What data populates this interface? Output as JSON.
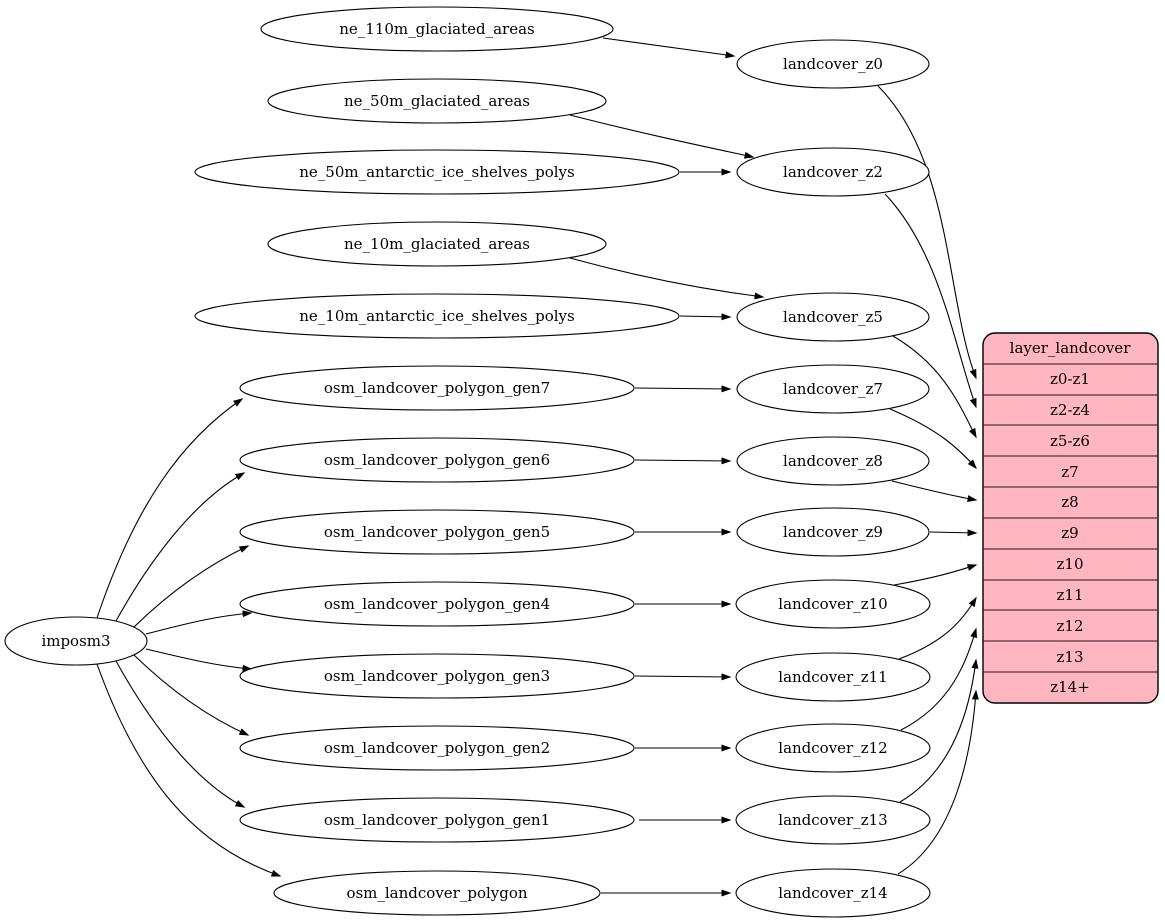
{
  "graph": {
    "root": "imposm3",
    "sources": [
      "ne_110m_glaciated_areas",
      "ne_50m_glaciated_areas",
      "ne_50m_antarctic_ice_shelves_polys",
      "ne_10m_glaciated_areas",
      "ne_10m_antarctic_ice_shelves_polys",
      "osm_landcover_polygon_gen7",
      "osm_landcover_polygon_gen6",
      "osm_landcover_polygon_gen5",
      "osm_landcover_polygon_gen4",
      "osm_landcover_polygon_gen3",
      "osm_landcover_polygon_gen2",
      "osm_landcover_polygon_gen1",
      "osm_landcover_polygon"
    ],
    "stages": [
      "landcover_z0",
      "landcover_z2",
      "landcover_z5",
      "landcover_z7",
      "landcover_z8",
      "landcover_z9",
      "landcover_z10",
      "landcover_z11",
      "landcover_z12",
      "landcover_z13",
      "landcover_z14"
    ],
    "table": {
      "title": "layer_landcover",
      "rows": [
        "z0-z1",
        "z2-z4",
        "z5-z6",
        "z7",
        "z8",
        "z9",
        "z10",
        "z11",
        "z12",
        "z13",
        "z14+"
      ]
    },
    "edges": [
      {
        "from": "ne_110m_glaciated_areas",
        "to": "landcover_z0"
      },
      {
        "from": "ne_50m_glaciated_areas",
        "to": "landcover_z2"
      },
      {
        "from": "ne_50m_antarctic_ice_shelves_polys",
        "to": "landcover_z2"
      },
      {
        "from": "ne_10m_glaciated_areas",
        "to": "landcover_z5"
      },
      {
        "from": "ne_10m_antarctic_ice_shelves_polys",
        "to": "landcover_z5"
      },
      {
        "from": "imposm3",
        "to": "osm_landcover_polygon_gen7"
      },
      {
        "from": "imposm3",
        "to": "osm_landcover_polygon_gen6"
      },
      {
        "from": "imposm3",
        "to": "osm_landcover_polygon_gen5"
      },
      {
        "from": "imposm3",
        "to": "osm_landcover_polygon_gen4"
      },
      {
        "from": "imposm3",
        "to": "osm_landcover_polygon_gen3"
      },
      {
        "from": "imposm3",
        "to": "osm_landcover_polygon_gen2"
      },
      {
        "from": "imposm3",
        "to": "osm_landcover_polygon_gen1"
      },
      {
        "from": "imposm3",
        "to": "osm_landcover_polygon"
      },
      {
        "from": "osm_landcover_polygon_gen7",
        "to": "landcover_z7"
      },
      {
        "from": "osm_landcover_polygon_gen6",
        "to": "landcover_z8"
      },
      {
        "from": "osm_landcover_polygon_gen5",
        "to": "landcover_z9"
      },
      {
        "from": "osm_landcover_polygon_gen4",
        "to": "landcover_z10"
      },
      {
        "from": "osm_landcover_polygon_gen3",
        "to": "landcover_z11"
      },
      {
        "from": "osm_landcover_polygon_gen2",
        "to": "landcover_z12"
      },
      {
        "from": "osm_landcover_polygon_gen1",
        "to": "landcover_z13"
      },
      {
        "from": "osm_landcover_polygon",
        "to": "landcover_z14"
      },
      {
        "from": "landcover_z0",
        "to": "layer_landcover:z0-z1"
      },
      {
        "from": "landcover_z2",
        "to": "layer_landcover:z2-z4"
      },
      {
        "from": "landcover_z5",
        "to": "layer_landcover:z5-z6"
      },
      {
        "from": "landcover_z7",
        "to": "layer_landcover:z7"
      },
      {
        "from": "landcover_z8",
        "to": "layer_landcover:z8"
      },
      {
        "from": "landcover_z9",
        "to": "layer_landcover:z9"
      },
      {
        "from": "landcover_z10",
        "to": "layer_landcover:z10"
      },
      {
        "from": "landcover_z11",
        "to": "layer_landcover:z11"
      },
      {
        "from": "landcover_z12",
        "to": "layer_landcover:z12"
      },
      {
        "from": "landcover_z13",
        "to": "layer_landcover:z13"
      },
      {
        "from": "landcover_z14",
        "to": "layer_landcover:z14+"
      }
    ]
  },
  "colors": {
    "table_fill": "#ffb6c1",
    "node_fill": "#ffffff",
    "stroke": "#000000"
  }
}
